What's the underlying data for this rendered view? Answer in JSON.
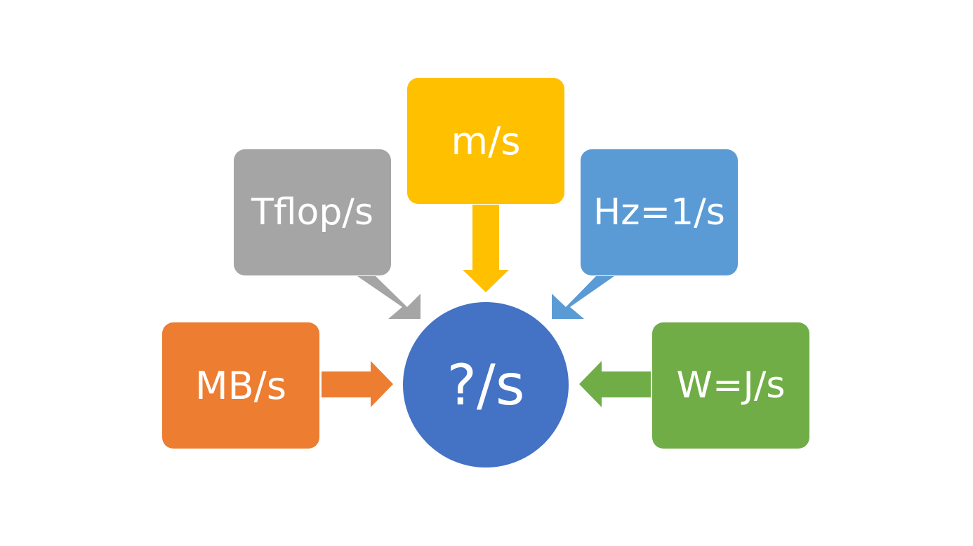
{
  "center": {
    "label": "?/s",
    "color": "#4472C4"
  },
  "nodes": [
    {
      "id": "mbs",
      "label": "MB/s",
      "color": "#ED7D31"
    },
    {
      "id": "tflop",
      "label": "Tflop/s",
      "color": "#A5A5A5"
    },
    {
      "id": "ms",
      "label": "m/s",
      "color": "#FFC000"
    },
    {
      "id": "hz",
      "label": "Hz=1/s",
      "color": "#5B9BD5"
    },
    {
      "id": "w",
      "label": "W=J/s",
      "color": "#70AD47"
    }
  ]
}
